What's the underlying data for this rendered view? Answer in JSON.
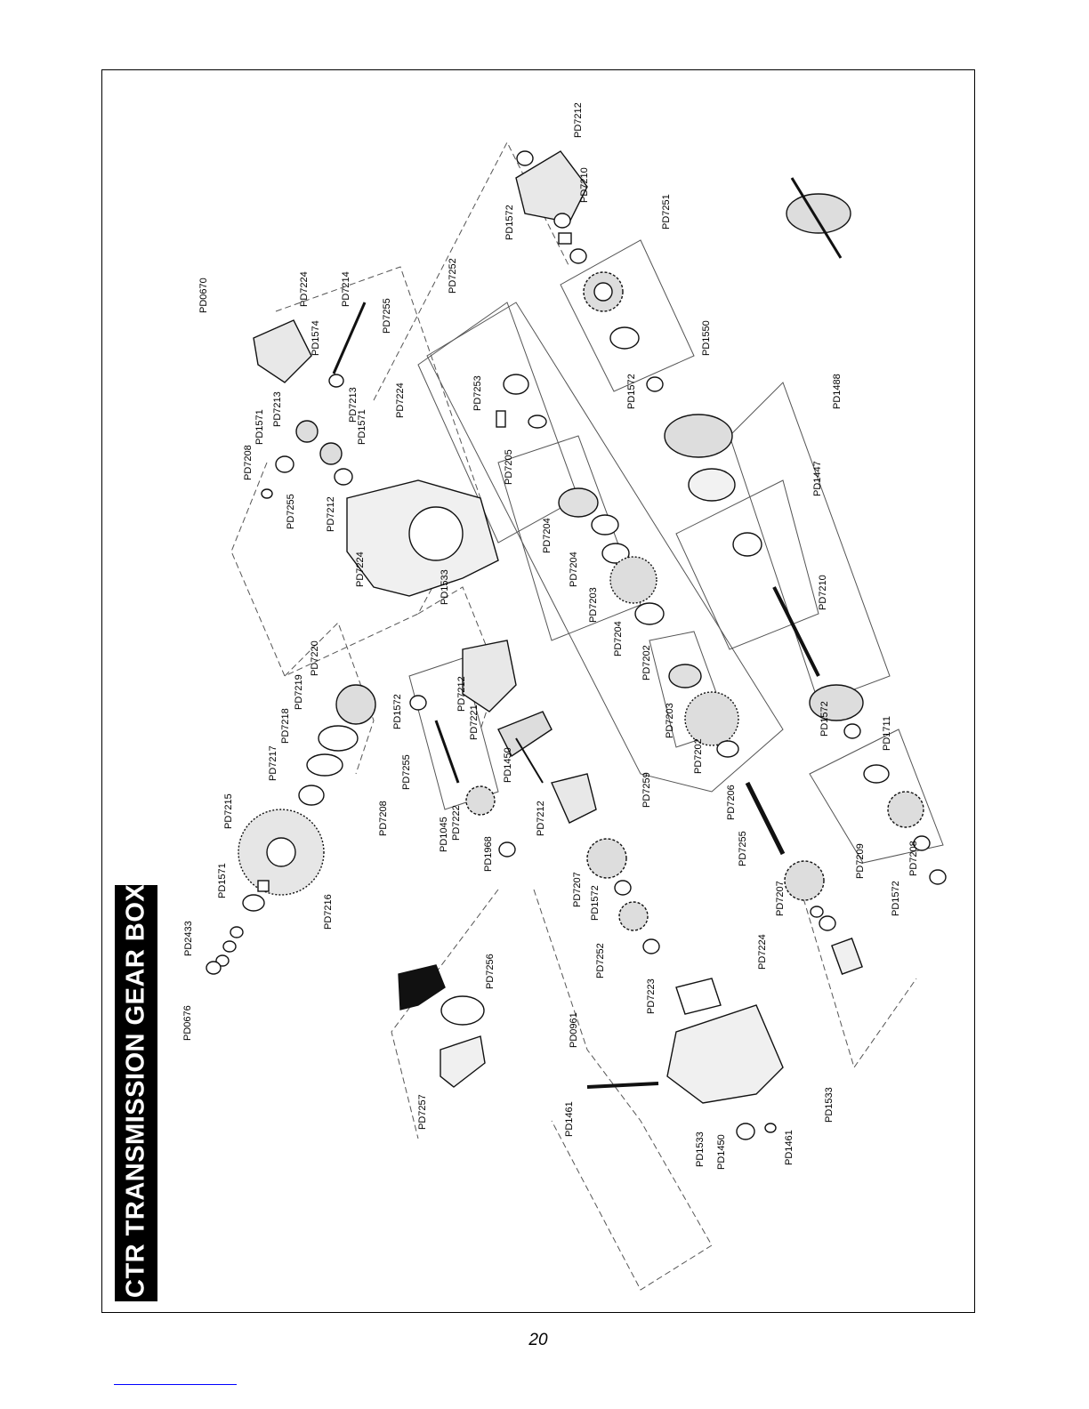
{
  "page": {
    "title": "CTR TRANSMISSION GEAR BOX",
    "page_number": "20"
  },
  "parts": [
    "PD0670",
    "PD7224",
    "PD7214",
    "PD7255",
    "PD1574",
    "PD7213",
    "PD7213",
    "PD1571",
    "PD1571",
    "PD7208",
    "PD7255",
    "PD7224",
    "PD7212",
    "PD7224",
    "PD1572",
    "PD7212",
    "PD7210",
    "PD7251",
    "PD7252",
    "PD7253",
    "PD7205",
    "PD1572",
    "PD1550",
    "PD1488",
    "PD7204",
    "PD7204",
    "PD7203",
    "PD7204",
    "PD7202",
    "PD7203",
    "PD7202",
    "PD1447",
    "PD7210",
    "PD1572",
    "PD1711",
    "PD7220",
    "PD7219",
    "PD7218",
    "PD7217",
    "PD7215",
    "PD1572",
    "PD7212",
    "PD7221",
    "PD1533",
    "PD7255",
    "PD7208",
    "PD1045",
    "PD7222",
    "PD1450",
    "PD1968",
    "PD7212",
    "PD7259",
    "PD7206",
    "PD7255",
    "PD7207",
    "PD1572",
    "PD7207",
    "PD7252",
    "PD7209",
    "PD7208",
    "PD1572",
    "PD1571",
    "PD7216",
    "PD2433",
    "PD0676",
    "PD7256",
    "PD7257",
    "PD0961",
    "PD1461",
    "PD7223",
    "PD7224",
    "PD1533",
    "PD1450",
    "PD1461",
    "PD1533"
  ]
}
